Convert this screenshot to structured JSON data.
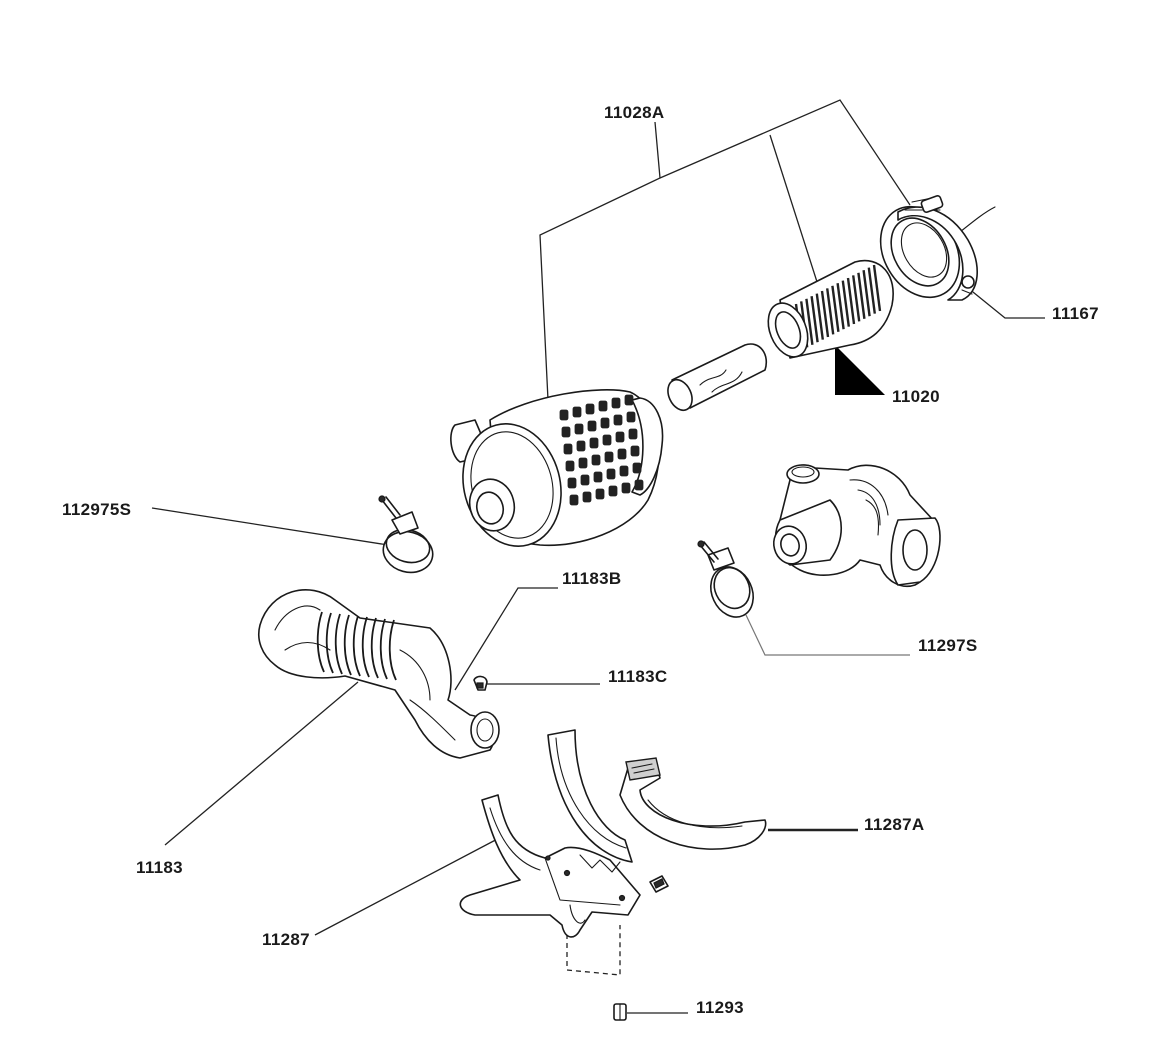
{
  "callouts": {
    "assembly": "11028A",
    "clamp_ring": "11167",
    "filter_element": "11020",
    "hose_clamp_left": "112975S",
    "clip_b": "11183B",
    "clip_c": "11183C",
    "turbo_clamp": "11297S",
    "intake_hose": "11183",
    "strap_bracket": "11287A",
    "base_bracket": "11287",
    "screw": "11293"
  }
}
